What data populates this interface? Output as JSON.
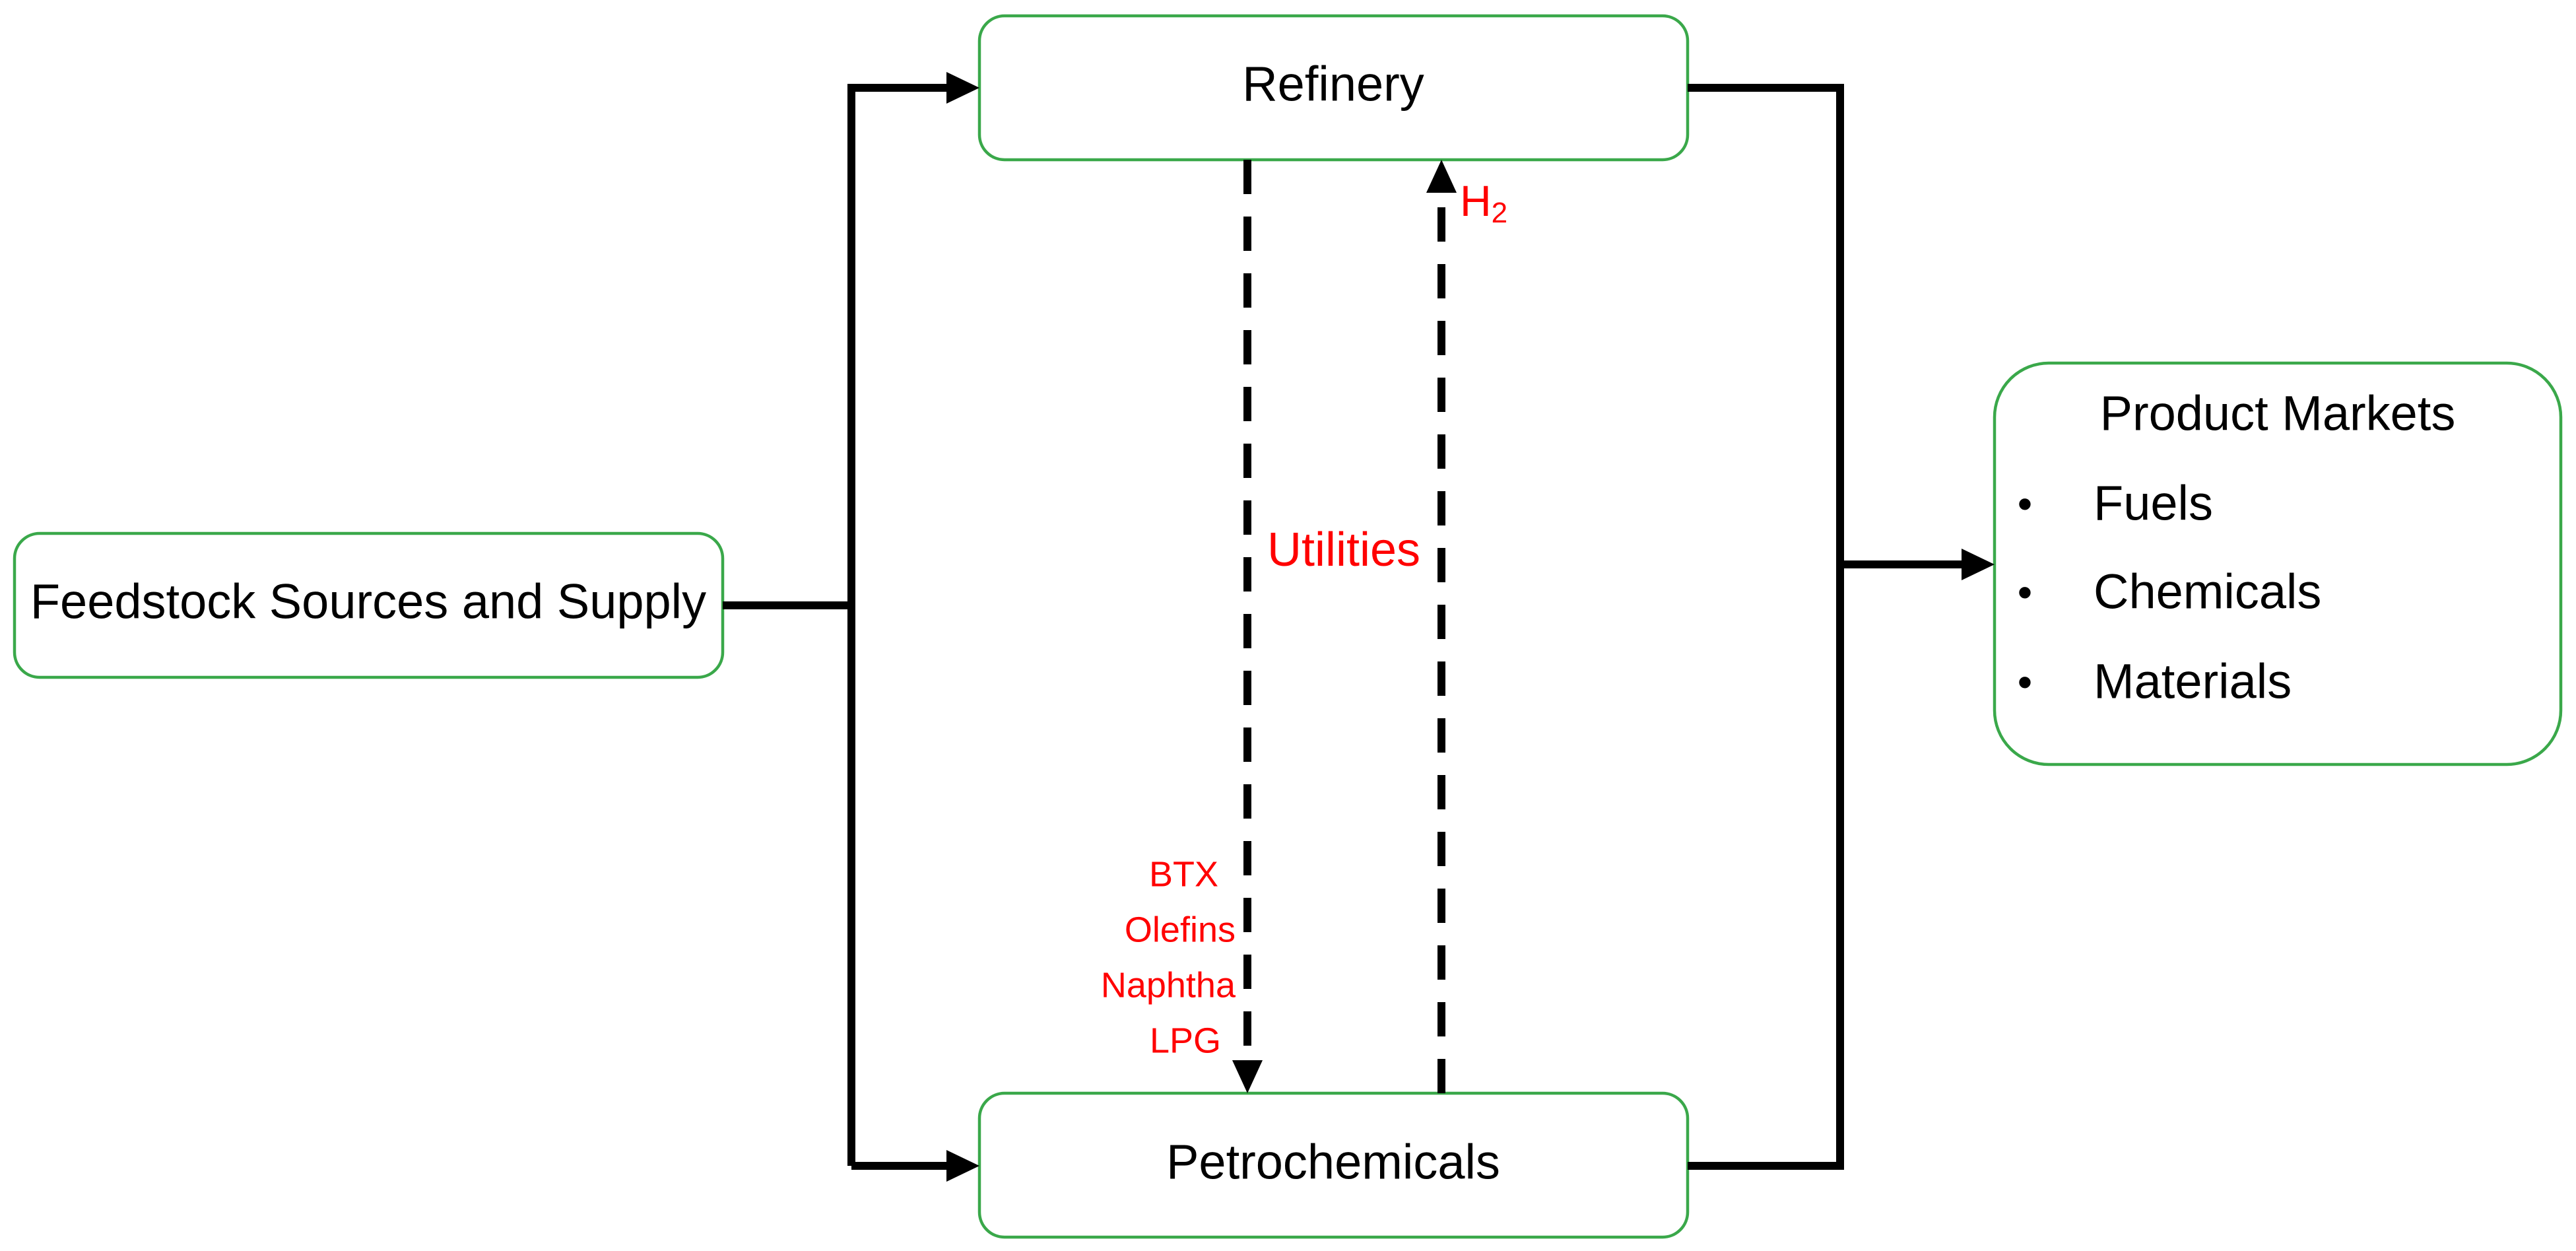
{
  "nodes": {
    "feedstock": {
      "label": "Feedstock Sources and Supply"
    },
    "refinery": {
      "label": "Refinery"
    },
    "petrochemicals": {
      "label": "Petrochemicals"
    },
    "product_markets": {
      "title": "Product Markets",
      "items": [
        "Fuels",
        "Chemicals",
        "Materials"
      ],
      "bullet": "•"
    }
  },
  "flows": {
    "hydrogen": {
      "label": "H",
      "subscript": "2"
    },
    "utilities": {
      "label": "Utilities"
    },
    "streams": [
      "BTX",
      "Olefins",
      "Naphtha",
      "LPG"
    ]
  },
  "colors": {
    "box_border": "#3aa84a",
    "flow_label": "#ff0000",
    "connector": "#000000"
  }
}
